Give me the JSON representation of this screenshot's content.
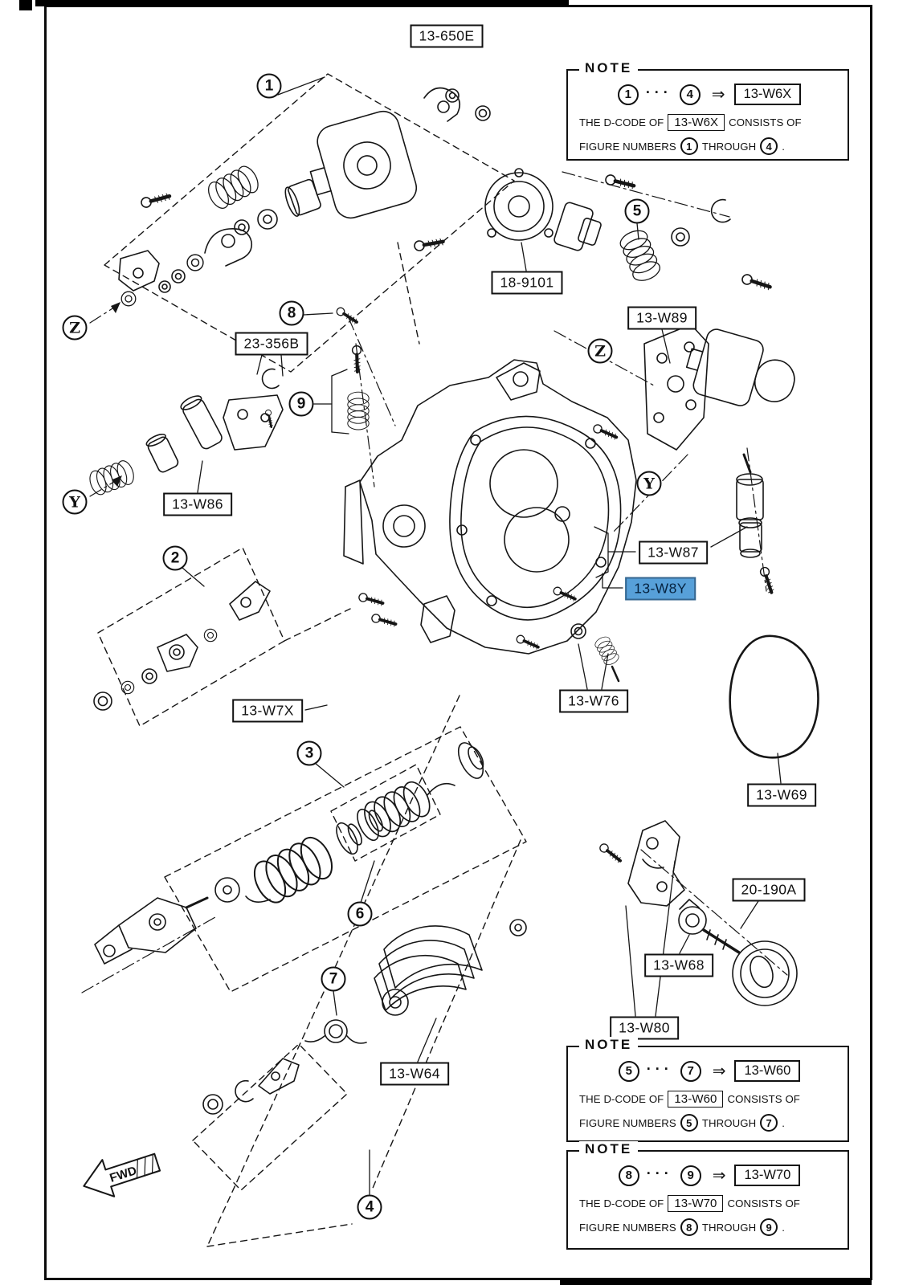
{
  "colors": {
    "highlight": "#57a0d9",
    "ink": "#111111",
    "paper": "#ffffff"
  },
  "title_label": "13-650E",
  "part_labels": {
    "p18_9101": "18-9101",
    "p23_356B": "23-356B",
    "p13_W86": "13-W86",
    "p13_W89": "13-W89",
    "p13_W87": "13-W87",
    "p13_W8Y": "13-W8Y",
    "p13_W76": "13-W76",
    "p13_W7X": "13-W7X",
    "p13_W69": "13-W69",
    "p20_190A": "20-190A",
    "p13_W68": "13-W68",
    "p13_W80": "13-W80",
    "p13_W64": "13-W64"
  },
  "callouts": {
    "n1": "1",
    "n2": "2",
    "n3": "3",
    "n4": "4",
    "n5": "5",
    "n6": "6",
    "n7": "7",
    "n8": "8",
    "n9": "9",
    "y": "Y",
    "z": "Z"
  },
  "notes": [
    {
      "title": "NOTE",
      "start": "1",
      "dots": "···",
      "end": "4",
      "arrow": "⇒",
      "code": "13-W6X",
      "body_pre": "THE D-CODE OF",
      "body_code": "13-W6X",
      "body_post": "CONSISTS OF",
      "fig_pre": "FIGURE NUMBERS",
      "fig_start": "1",
      "fig_mid": "THROUGH",
      "fig_end": "4",
      "period": "."
    },
    {
      "title": "NOTE",
      "start": "5",
      "dots": "···",
      "end": "7",
      "arrow": "⇒",
      "code": "13-W60",
      "body_pre": "THE D-CODE OF",
      "body_code": "13-W60",
      "body_post": "CONSISTS OF",
      "fig_pre": "FIGURE NUMBERS",
      "fig_start": "5",
      "fig_mid": "THROUGH",
      "fig_end": "7",
      "period": "."
    },
    {
      "title": "NOTE",
      "start": "8",
      "dots": "···",
      "end": "9",
      "arrow": "⇒",
      "code": "13-W70",
      "body_pre": "THE D-CODE OF",
      "body_code": "13-W70",
      "body_post": "CONSISTS OF",
      "fig_pre": "FIGURE NUMBERS",
      "fig_start": "8",
      "fig_mid": "THROUGH",
      "fig_end": "9",
      "period": "."
    }
  ],
  "fwd": "FWD"
}
